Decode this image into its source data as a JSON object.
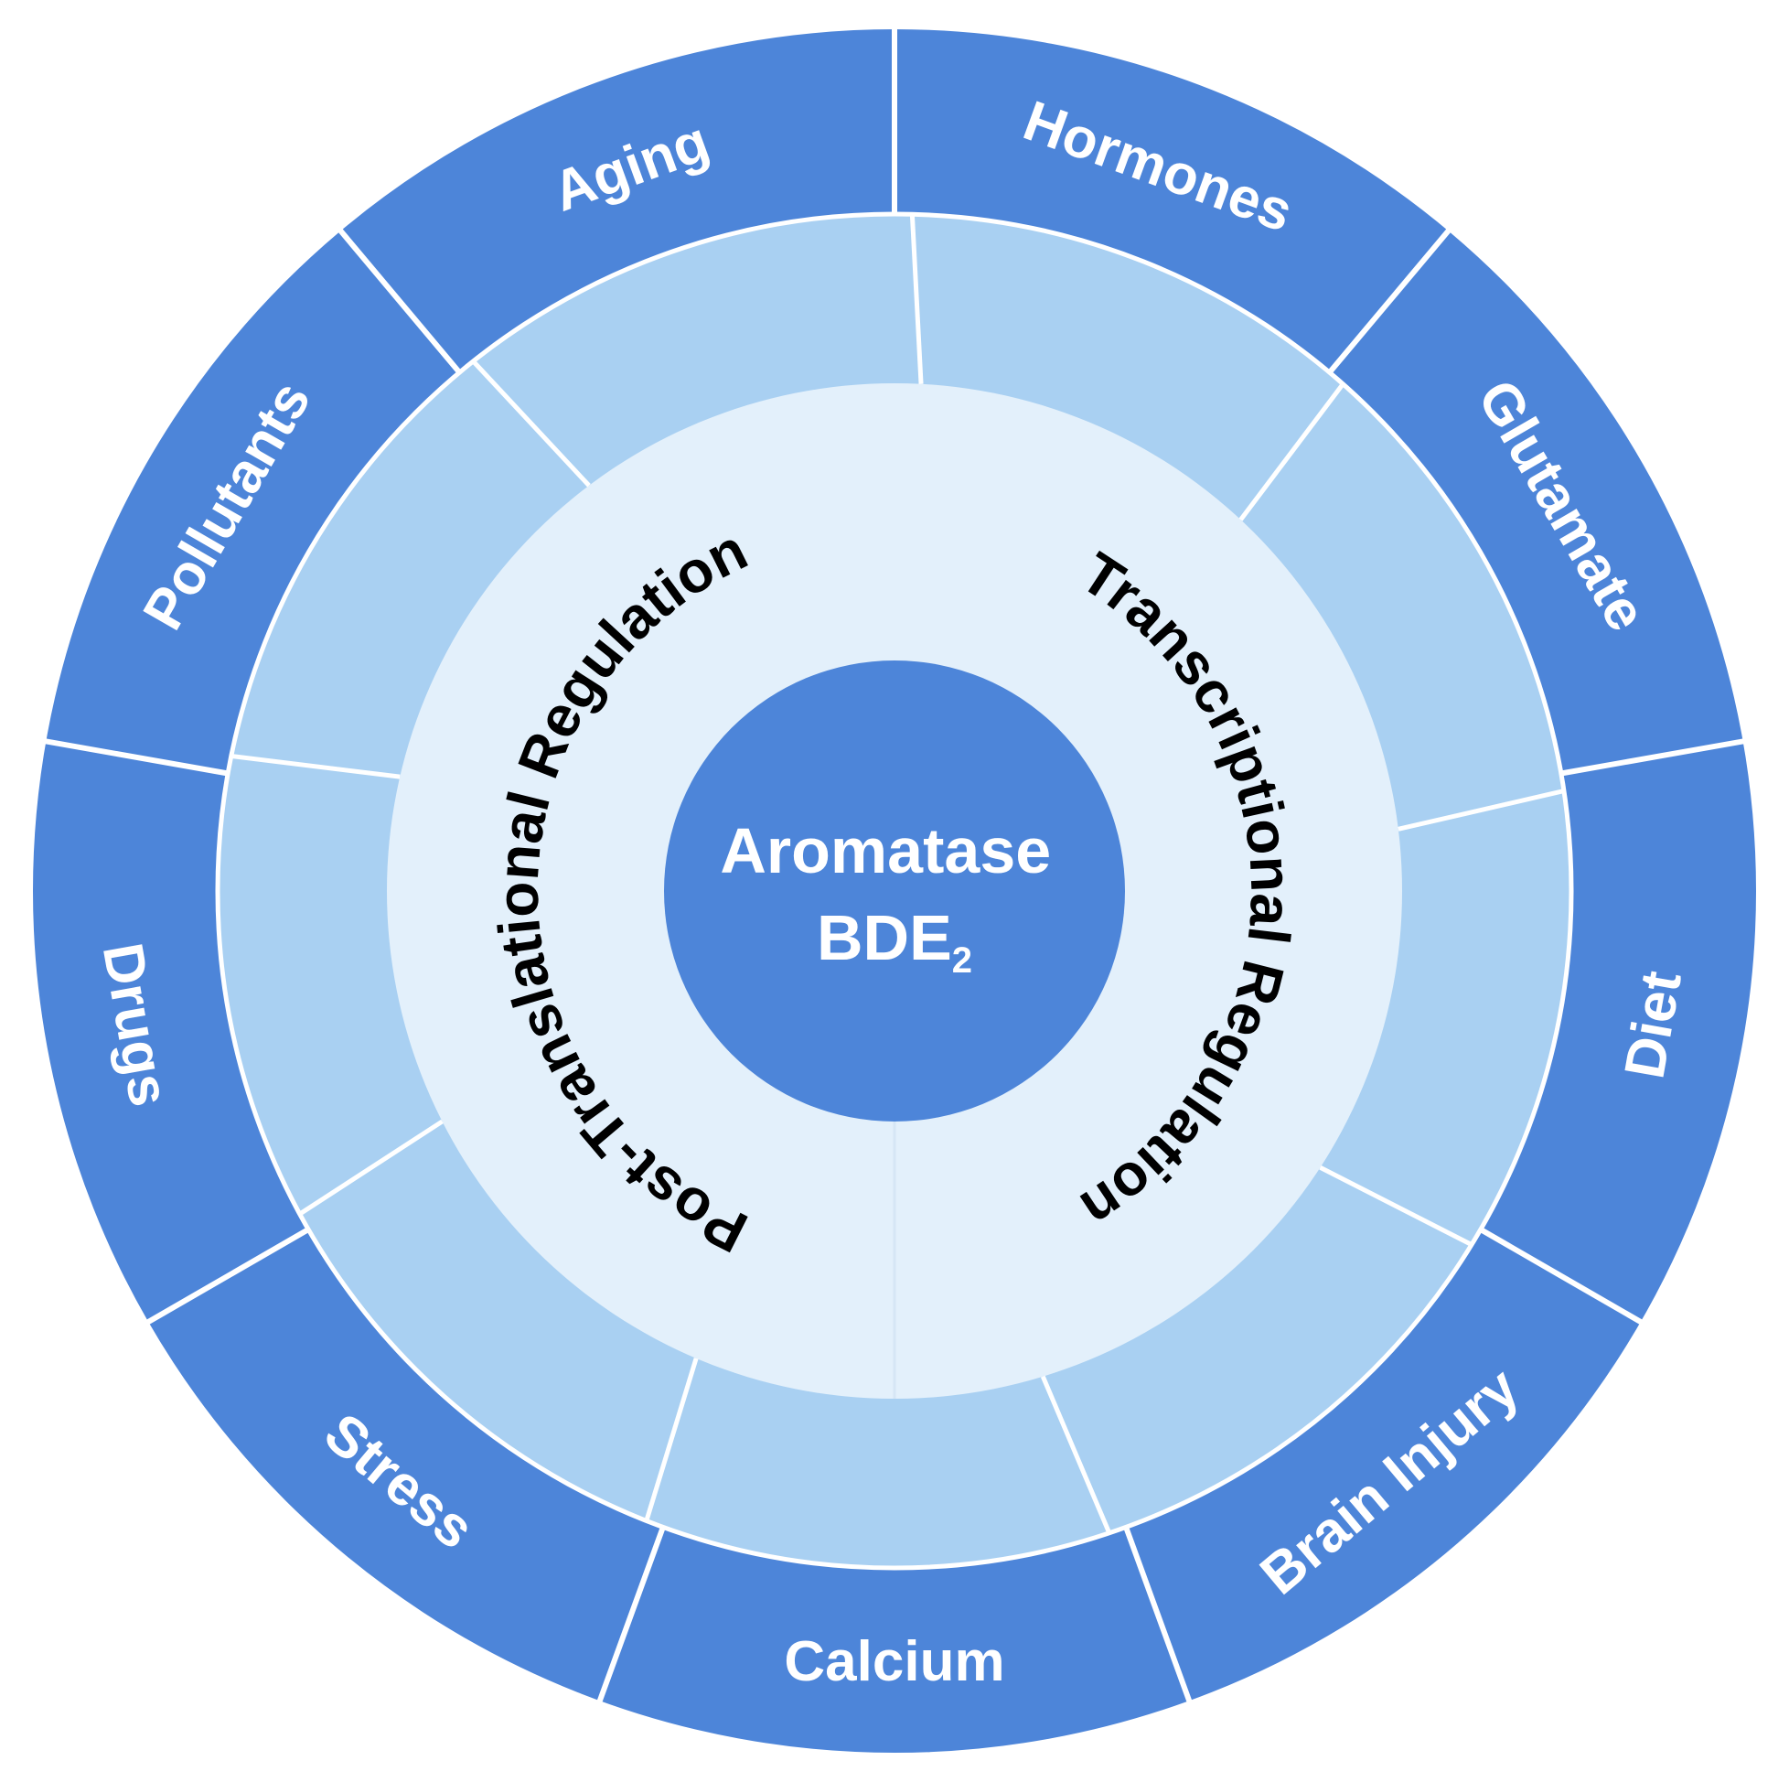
{
  "colors": {
    "outer_ring": "#4d85d9",
    "middle_ring": "#a9d0f2",
    "inner_ring": "#e3f0fb",
    "center": "#4d85d9",
    "divider": "#ffffff",
    "center_text": "#ffffff",
    "ring_text": "#000000"
  },
  "center": {
    "line1": "Aromatase",
    "line2_main": "BDE",
    "line2_sub": "2"
  },
  "regulation": [
    {
      "label": "Transcriptional Regulation"
    },
    {
      "label": "Post-Translational Regulation"
    }
  ],
  "factors": [
    {
      "label": "Hormones"
    },
    {
      "label": "Glutamate"
    },
    {
      "label": "Diet"
    },
    {
      "label": "Brain Injury"
    },
    {
      "label": "Calcium"
    },
    {
      "label": "Stress"
    },
    {
      "label": "Drugs"
    },
    {
      "label": "Pollutants"
    },
    {
      "label": "Aging"
    }
  ]
}
